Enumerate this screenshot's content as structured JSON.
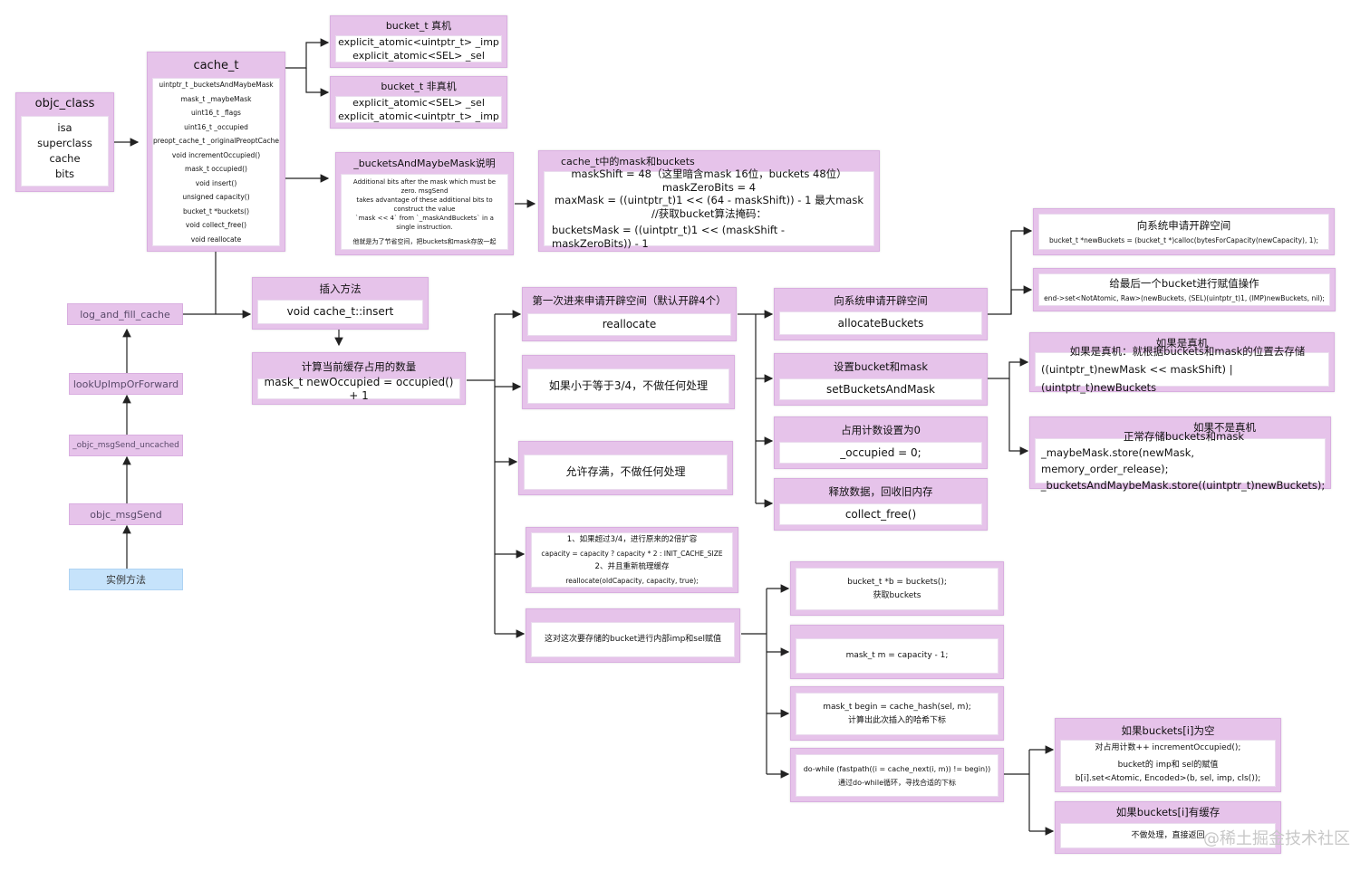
{
  "objc_class": {
    "title": "objc_class",
    "lines": [
      "isa",
      "superclass",
      "cache",
      "bits"
    ]
  },
  "cache_t": {
    "title": "cache_t",
    "lines": [
      "uintptr_t _bucketsAndMaybeMask",
      "mask_t  _maybeMask",
      "uint16_t     _flags",
      "uint16_t _occupied",
      "preopt_cache_t _originalPreoptCache",
      "void incrementOccupied()",
      "mask_t occupied()",
      "void insert()",
      "unsigned capacity()",
      "bucket_t *buckets()",
      "void collect_free()",
      "void reallocate"
    ]
  },
  "bucket_real": {
    "title": "bucket_t 真机",
    "lines": [
      "explicit_atomic<uintptr_t> _imp",
      "explicit_atomic<SEL> _sel"
    ]
  },
  "bucket_sim": {
    "title": "bucket_t 非真机",
    "lines": [
      "explicit_atomic<SEL> _sel",
      "explicit_atomic<uintptr_t> _imp"
    ]
  },
  "buckets_mask_desc": {
    "title": "_bucketsAndMaybeMask说明",
    "lines": [
      "Additional bits after the mask which must be zero. msgSend",
      "takes advantage of these additional bits to construct the value",
      "`mask << 4` from `_maskAndBuckets` in a single instruction.",
      "他就是为了节省空间，把buckets和mask存放一起"
    ]
  },
  "mask_buckets": {
    "title": "cache_t中的mask和buckets",
    "lines": [
      "maskShift = 48（这里暗含mask 16位，buckets 48位）",
      "maskZeroBits = 4",
      "maxMask = ((uintptr_t)1 << (64 - maskShift)) - 1 最大mask",
      "//获取bucket算法掩码：",
      "bucketsMask = ((uintptr_t)1 << (maskShift - maskZeroBits)) - 1"
    ]
  },
  "call_chain": [
    "log_and_fill_cache",
    "lookUpImpOrForward",
    "_objc_msgSend_uncached",
    "objc_msgSend",
    "实例方法"
  ],
  "insert": {
    "title": "插入方法",
    "body": "void cache_t::insert"
  },
  "occupied": {
    "title": "计算当前缓存占用的数量",
    "body": "mask_t newOccupied = occupied() + 1"
  },
  "first_time": {
    "title": "第一次进来申请开辟空间（默认开辟4个）",
    "body": "reallocate"
  },
  "le_three_quarters": {
    "body": "如果小于等于3/4，不做任何处理"
  },
  "allow_store": {
    "body": "允许存满，不做任何处理"
  },
  "expand": {
    "lines": [
      "1、如果超过3/4，进行原来的2倍扩容",
      "capacity = capacity ? capacity * 2 : INIT_CACHE_SIZE",
      "2、并且重新梳理缓存",
      "reallocate(oldCapacity, capacity, true);"
    ]
  },
  "assign_bucket": {
    "body": "这对这次要存储的bucket进行内部imp和sel赋值"
  },
  "alloc_space": {
    "title": "向系统申请开辟空间",
    "body": "allocateBuckets"
  },
  "set_bucket_mask": {
    "title": "设置bucket和mask",
    "body": "setBucketsAndMask"
  },
  "reset_occupied": {
    "title": "占用计数设置为0",
    "body": "_occupied = 0;"
  },
  "free_data": {
    "title": "释放数据，回收旧内存",
    "body": "collect_free()"
  },
  "sys_alloc": {
    "title": "向系统申请开辟空间",
    "body": "bucket_t *newBuckets = (bucket_t *)calloc(bytesForCapacity(newCapacity), 1);"
  },
  "last_bucket": {
    "title": "给最后一个bucket进行赋值操作",
    "body": "end->set<NotAtomic, Raw>(newBuckets, (SEL)(uintptr_t)1, (IMP)newBuckets, nil);"
  },
  "real_device": {
    "title": "如果是真机",
    "lines": [
      "如果是真机：就根据buckets和mask的位置去存储",
      "((uintptr_t)newMask << maskShift) |(uintptr_t)newBuckets"
    ]
  },
  "not_real_device": {
    "title": "如果不是真机",
    "lines": [
      "正常存储buckets和mask",
      "_maybeMask.store(newMask, memory_order_release);",
      "_bucketsAndMaybeMask.store((uintptr_t)newBuckets);"
    ]
  },
  "get_buckets": {
    "lines": [
      "bucket_t *b = buckets();",
      "获取buckets"
    ]
  },
  "mask_m": {
    "body": "mask_t m = capacity - 1;"
  },
  "hash_begin": {
    "lines": [
      "mask_t begin = cache_hash(sel, m);",
      "计算出此次插入的哈希下标"
    ]
  },
  "do_while": {
    "lines": [
      "do-while (fastpath((i = cache_next(i, m)) != begin))",
      "通过do-while循环，寻找合适的下标"
    ]
  },
  "bucket_empty": {
    "title": "如果buckets[i]为空",
    "lines": [
      "对占用计数++        incrementOccupied();",
      "bucket的 imp和 sel的赋值",
      "b[i].set<Atomic, Encoded>(b, sel, imp, cls());"
    ]
  },
  "bucket_cached": {
    "title": "如果buckets[i]有缓存",
    "body": "不做处理，直接返回"
  },
  "watermark": "@稀土掘金技术社区"
}
